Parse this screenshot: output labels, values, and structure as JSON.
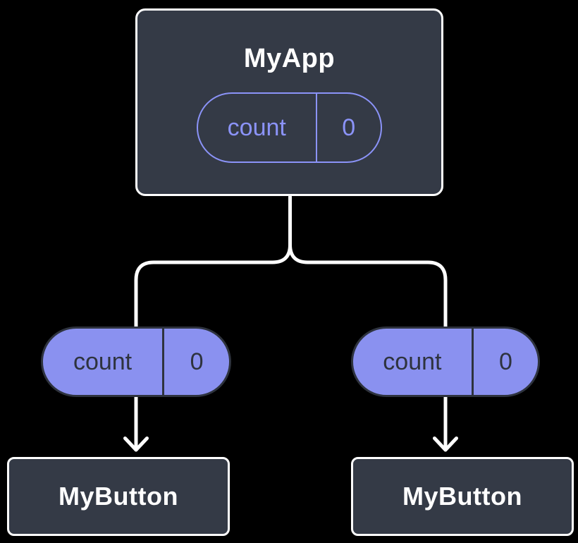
{
  "diagram": {
    "background": "#000000",
    "colors": {
      "canvas_bg": "#000000",
      "node_fill": "#343a46",
      "node_border": "#ffffff",
      "node_text": "#ffffff",
      "purple_outline": "#8b93f8",
      "purple_fill": "#8a91f0",
      "pill_dark": "#2e333e",
      "connector": "#ffffff"
    },
    "root": {
      "title": "MyApp",
      "state": {
        "name": "count",
        "value": "0"
      }
    },
    "props": [
      {
        "name": "count",
        "value": "0"
      },
      {
        "name": "count",
        "value": "0"
      }
    ],
    "children": [
      {
        "title": "MyButton"
      },
      {
        "title": "MyButton"
      }
    ]
  }
}
